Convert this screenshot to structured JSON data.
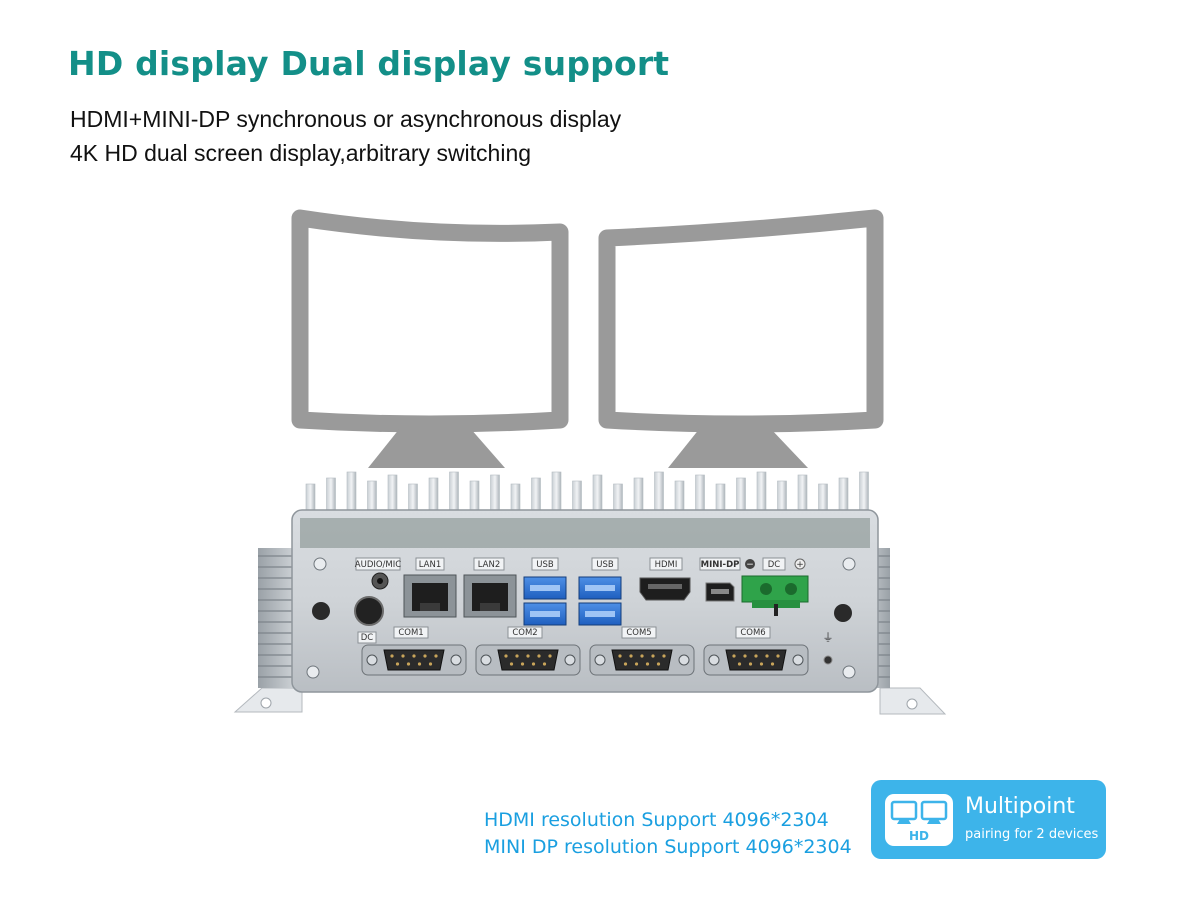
{
  "header": {
    "title": "HD display Dual display support",
    "line1": "HDMI+MINI-DP synchronous or asynchronous display",
    "line2": "4K HD dual screen display,arbitrary switching"
  },
  "device": {
    "port_labels": {
      "audio_mic": "AUDIO/MIC",
      "lan1": "LAN1",
      "lan2": "LAN2",
      "usb1": "USB",
      "usb2": "USB",
      "hdmi": "HDMI",
      "mini_dp": "MINI-DP",
      "dc_top": "DC",
      "dc_left": "DC",
      "com1": "COM1",
      "com2": "COM2",
      "com5": "COM5",
      "com6": "COM6",
      "minus": "−",
      "plus": "+",
      "ground": "⏚"
    }
  },
  "footer": {
    "hdmi_resolution": "HDMI resolution Support 4096*2304",
    "minidp_resolution": "MINI DP resolution Support 4096*2304"
  },
  "badge": {
    "icon_text": "HD",
    "title": "Multipoint",
    "subtitle": "pairing for 2 devices"
  },
  "colors": {
    "title": "#138f88",
    "accent_blue": "#1a9fe0",
    "badge_bg": "#3db4ea",
    "monitor": "#9a9a9a",
    "terminal_green": "#2fa34a"
  }
}
